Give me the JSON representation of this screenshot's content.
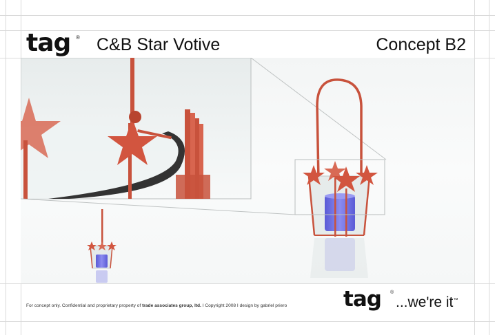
{
  "header": {
    "logo": "tag",
    "logo_mark": "®",
    "title": "C&B Star Votive",
    "concept": "Concept B2"
  },
  "footer": {
    "note_prefix": "For concept only.  Confidential and proprietary property of ",
    "company": "trade associates group, ltd.",
    "note_suffix": "  I   Copyright 2008  I  design by gabriel priero",
    "logo": "tag",
    "logo_mark": "®",
    "slogan": "...we're it",
    "slogan_mark": "™"
  },
  "colors": {
    "accent_red": "#d2553f",
    "candle_blue": "#6e6fe0",
    "glass": "#e9eeee"
  }
}
